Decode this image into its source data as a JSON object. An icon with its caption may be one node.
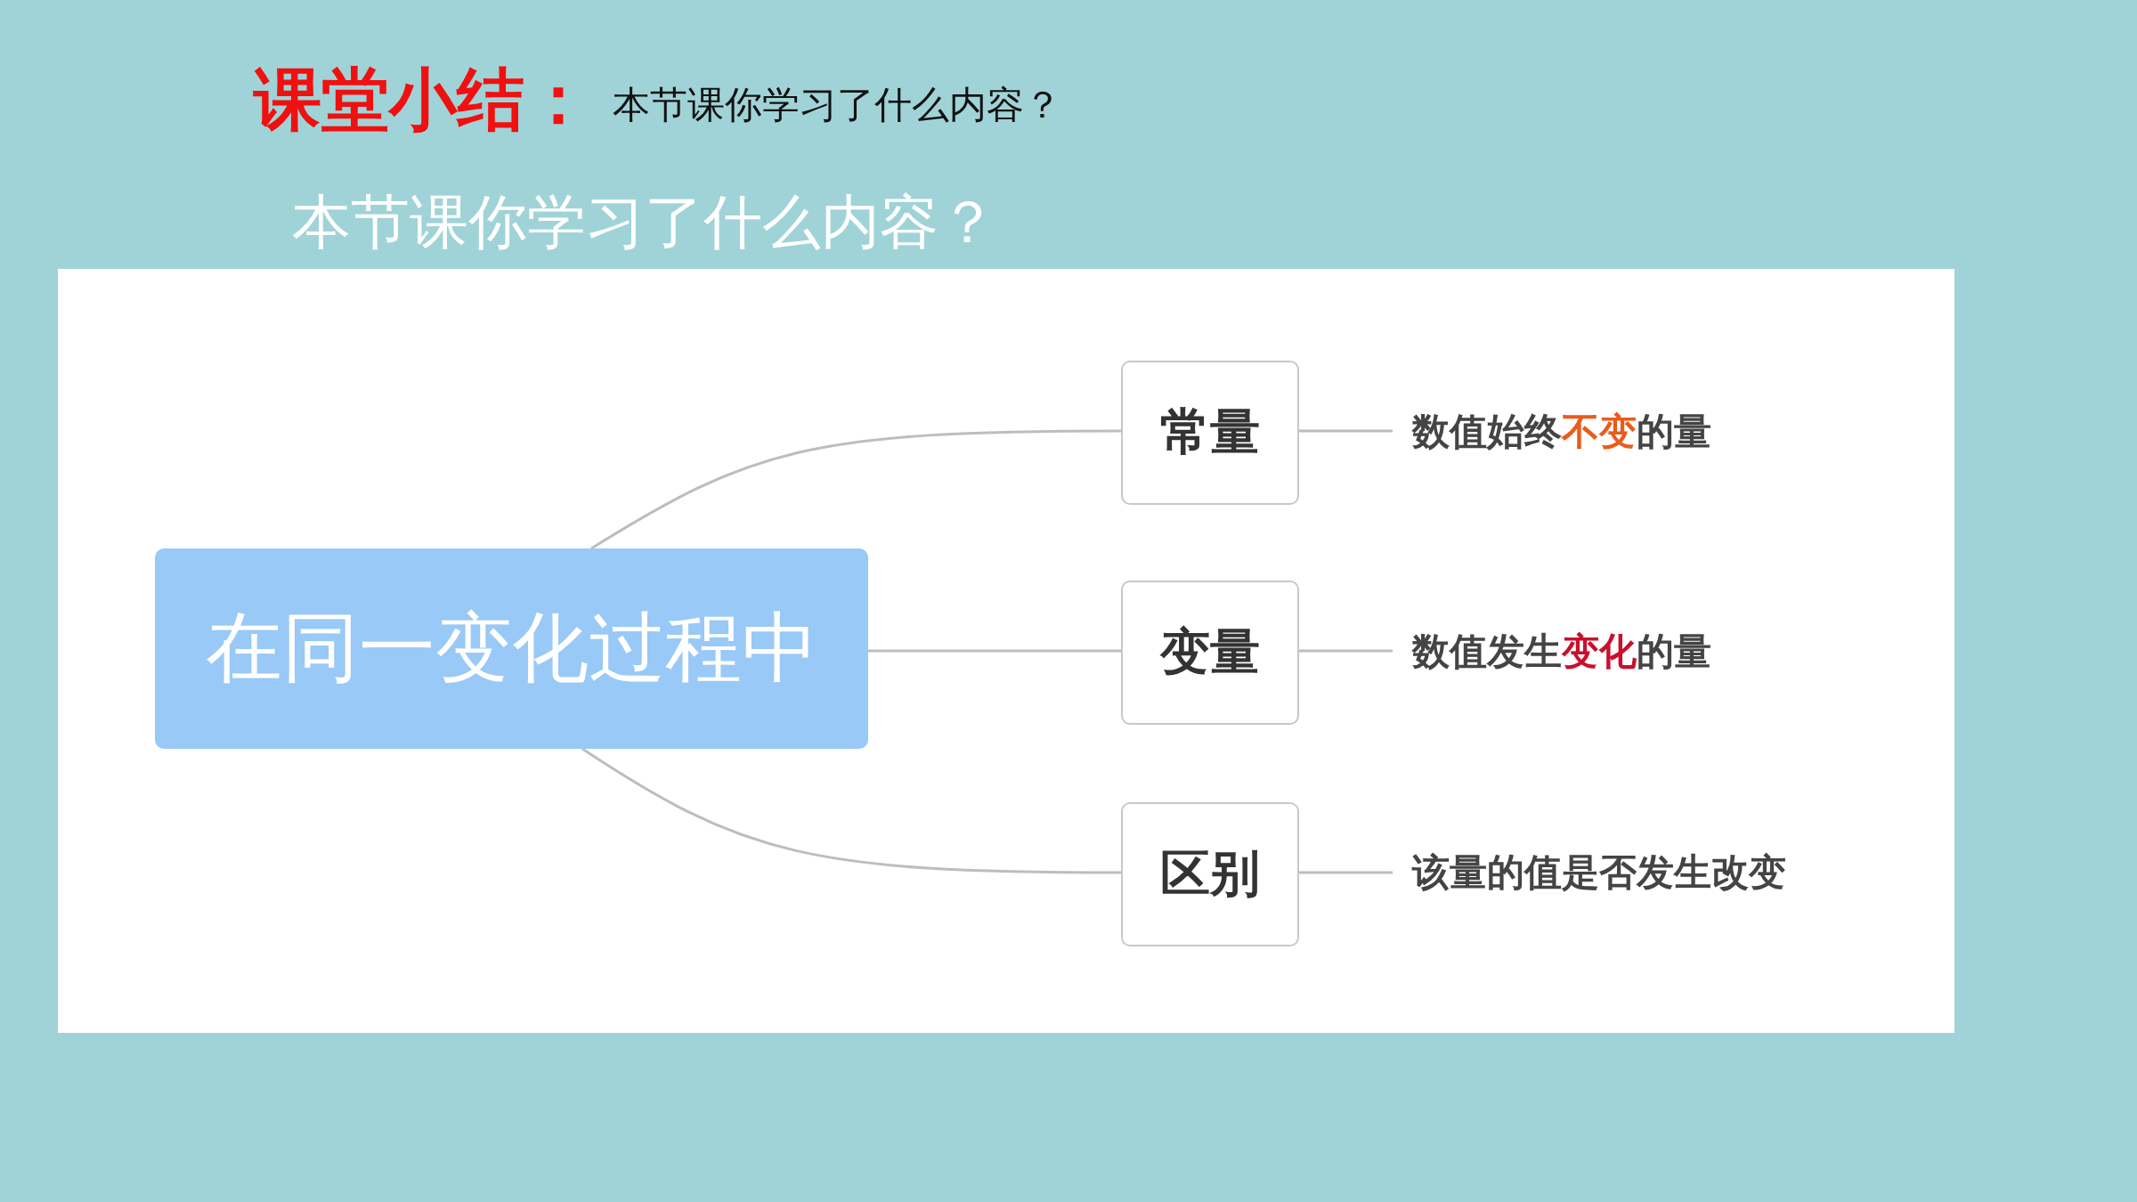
{
  "diagram": {
    "title": "课堂小结：",
    "nodes": [
      {
        "text": [
          "在同一变化过程中"
        ]
      },
      {
        "text": [
          "常量"
        ]
      },
      {
        "text": [
          "数值始终**不变**的量"
        ]
      },
      {
        "text": [
          "变量"
        ]
      },
      {
        "text": [
          "数值发生**变化**的量"
        ]
      },
      {
        "text": [
          "区别"
        ]
      },
      {
        "text": [
          "该量的值是否发生改变"
        ]
      }
    ],
    "edges": [
      {
        "from": 0,
        "to": 1,
        "arrow": "none"
      },
      {
        "from": 1,
        "to": 2,
        "arrow": "none"
      },
      {
        "from": 0,
        "to": 3,
        "arrow": "none"
      },
      {
        "from": 3,
        "to": 4,
        "arrow": "none"
      },
      {
        "from": 0,
        "to": 5,
        "arrow": "none"
      },
      {
        "from": 5,
        "to": 6,
        "arrow": "none"
      }
    ],
    "labels": [
      "本节课你学习了什么内容？",
      "本节课你学习了什么内容？"
    ]
  }
}
